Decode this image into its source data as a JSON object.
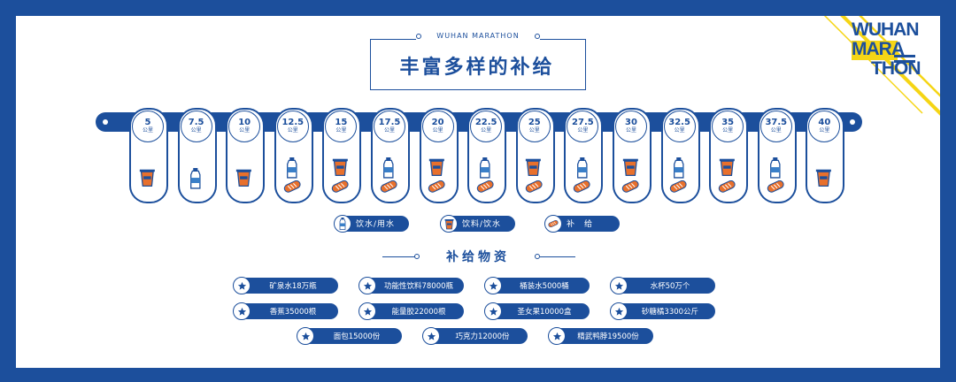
{
  "header": {
    "subtitle": "WUHAN MARATHON",
    "title": "丰富多样的补给"
  },
  "logo": {
    "text": "WUHAN MARATHON"
  },
  "colors": {
    "primary": "#1c4f9c",
    "accent_yellow": "#f5d515",
    "drink_orange": "#e8702c",
    "water_blue": "#3a7fc8"
  },
  "stations": [
    {
      "km": "5",
      "unit": "公里",
      "icons": [
        "drink-icon"
      ]
    },
    {
      "km": "7.5",
      "unit": "公里",
      "icons": [
        "water-icon"
      ]
    },
    {
      "km": "10",
      "unit": "公里",
      "icons": [
        "drink-icon"
      ]
    },
    {
      "km": "12.5",
      "unit": "公里",
      "icons": [
        "water-icon",
        "bread-icon"
      ]
    },
    {
      "km": "15",
      "unit": "公里",
      "icons": [
        "drink-icon",
        "bread-icon"
      ]
    },
    {
      "km": "17.5",
      "unit": "公里",
      "icons": [
        "water-icon",
        "bread-icon"
      ]
    },
    {
      "km": "20",
      "unit": "公里",
      "icons": [
        "drink-icon",
        "bread-icon"
      ]
    },
    {
      "km": "22.5",
      "unit": "公里",
      "icons": [
        "water-icon",
        "bread-icon"
      ]
    },
    {
      "km": "25",
      "unit": "公里",
      "icons": [
        "drink-icon",
        "bread-icon"
      ]
    },
    {
      "km": "27.5",
      "unit": "公里",
      "icons": [
        "water-icon",
        "bread-icon"
      ]
    },
    {
      "km": "30",
      "unit": "公里",
      "icons": [
        "drink-icon",
        "bread-icon"
      ]
    },
    {
      "km": "32.5",
      "unit": "公里",
      "icons": [
        "water-icon",
        "bread-icon"
      ]
    },
    {
      "km": "35",
      "unit": "公里",
      "icons": [
        "drink-icon",
        "bread-icon"
      ]
    },
    {
      "km": "37.5",
      "unit": "公里",
      "icons": [
        "water-icon",
        "bread-icon"
      ]
    },
    {
      "km": "40",
      "unit": "公里",
      "icons": [
        "drink-icon"
      ]
    }
  ],
  "legend": [
    {
      "label": "饮水/用水",
      "icon": "water-icon"
    },
    {
      "label": "饮料/饮水",
      "icon": "drink-icon"
    },
    {
      "label": "补　给",
      "icon": "bread-icon"
    }
  ],
  "supplies": {
    "title": "补给物资",
    "items": [
      "矿泉水18万瓶",
      "功能性饮料78000瓶",
      "桶装水5000桶",
      "水杯50万个",
      "香蕉35000根",
      "能量胶22000根",
      "圣女果10000盒",
      "砂糖橘3300公斤",
      "面包15000份",
      "巧克力12000份",
      "精武鸭脖19500份"
    ]
  }
}
